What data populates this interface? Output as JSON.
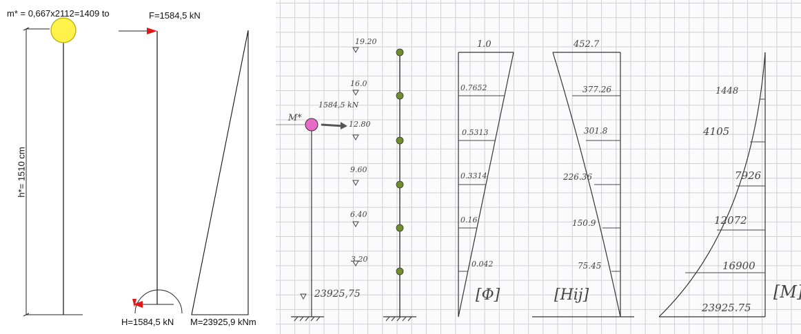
{
  "left": {
    "mass_label": "m* = 0,667x2112=1409 to",
    "force_label": "F=1584,5 kN",
    "height_label": "h*= 1510 cm",
    "shear_label": "H=1584,5 kN",
    "moment_label": "M=23925,9 kNm"
  },
  "right": {
    "storey_levels": [
      "19.20",
      "16.0",
      "12.80",
      "9.60",
      "6.40",
      "3.20"
    ],
    "mass_symbol": "M*",
    "force_label": "1584,5 kN",
    "base_moment_label": "23925,75",
    "phi_values": [
      "1.0",
      "0.7652",
      "0.5313",
      "0.3314",
      "0.16",
      "0.042"
    ],
    "phi_label": "[Φ]",
    "hij_values": [
      "452.7",
      "377.26",
      "301.8",
      "226.36",
      "150.9",
      "75.45"
    ],
    "hij_label": "[Hij]",
    "m_values": [
      "1448",
      "4105",
      "7926",
      "12072",
      "16900",
      "23925.75"
    ],
    "m_label": "[M]"
  }
}
